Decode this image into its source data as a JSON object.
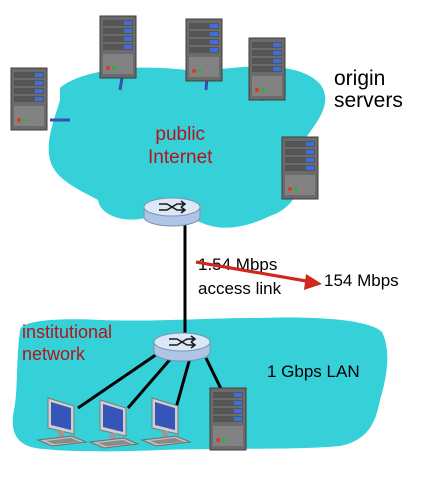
{
  "labels": {
    "origin_servers": [
      "origin",
      "servers"
    ],
    "public_internet": [
      "public",
      "Internet"
    ],
    "access_link_speed": "1.54 Mbps",
    "access_link_name": "access link",
    "upgraded_speed": "154 Mbps",
    "institutional_network": [
      "institutional",
      "network"
    ],
    "lan_speed": "1 Gbps LAN"
  },
  "colors": {
    "cloud": "#36d1d8",
    "red_label": "#b5121b",
    "arrow": "#d0281e",
    "link_blue": "#3a4fb0",
    "router_fill": "#cfdff4",
    "router_stroke": "#7d91b3"
  },
  "icons": {
    "server": "server-tower-icon",
    "router": "router-icon",
    "computer": "desktop-computer-icon"
  }
}
